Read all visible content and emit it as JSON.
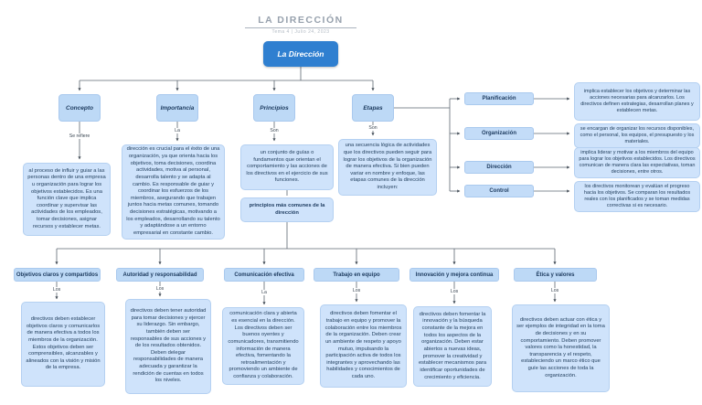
{
  "header": {
    "title": "LA DIRECCIÓN",
    "subtitle": "Tema 4 | Julio 24, 2023"
  },
  "root": {
    "label": "La Dirección"
  },
  "branches": [
    {
      "label": "Concepto",
      "edge_label": "Se refiere",
      "description": "al proceso de influir y guiar a las personas dentro de una empresa u organización para lograr los objetivos establecidos. Es una función clave que implica coordinar y supervisar las actividades de los empleados, tomar decisiones, asignar recursos y establecer metas."
    },
    {
      "label": "Importancia",
      "edge_label": "La",
      "description": "dirección es crucial para el éxito de una organización, ya que orienta hacia los objetivos, toma decisiones, coordina actividades, motiva al personal, desarrolla talento y se adapta al cambio. Es responsable de guiar y coordinar los esfuerzos de los miembros, asegurando que trabajen juntos hacia metas comunes, tomando decisiones estratégicas, motivando a los empleados, desarrollando su talento y adaptándose a un entorno empresarial en constante cambio."
    },
    {
      "label": "Principios",
      "edge_label": "Son",
      "description": "un conjunto de guías o fundamentos que orientan el comportamiento y las acciones de los directivos en el ejercicio de sus funciones.",
      "sub_label": "principios más comunes de la dirección"
    },
    {
      "label": "Etapas",
      "edge_label": "Son",
      "description": "una secuencia lógica de actividades que los directivos pueden seguir para lograr los objetivos de la organización de manera efectiva. Si bien pueden variar en nombre y enfoque, las etapas comunes de la dirección incluyen:"
    }
  ],
  "stages": [
    {
      "label": "Planificación",
      "description": "implica establecer los objetivos y determinar las acciones necesarias para alcanzarlos. Los directivos definen estrategias, desarrollan planes y establecen metas."
    },
    {
      "label": "Organización",
      "description": "se encargan de organizar los recursos disponibles, como el personal, los equipos, el presupuesto y los materiales."
    },
    {
      "label": "Dirección",
      "description": "implica liderar y motivar a los miembros del equipo para lograr los objetivos establecidos. Los directivos comunican de manera clara las expectativas, toman decisiones, entre otros."
    },
    {
      "label": "Control",
      "description": "los directivos monitorean y evalúan el progreso hacia los objetivos. Se comparan los resultados reales con los planificados y se toman medidas correctivas si es necesario."
    }
  ],
  "principles": [
    {
      "label": "Objetivos claros y compartidos",
      "edge_label": "Los",
      "description": "directivos deben establecer objetivos claros y comunicarlos de manera efectiva a todos los miembros de la organización. Estos objetivos deben ser comprensibles, alcanzables y alineados con la visión y misión de la empresa."
    },
    {
      "label": "Autoridad y responsabilidad",
      "edge_label": "Los",
      "description": "directivos deben tener autoridad para tomar decisiones y ejercer su liderazgo. Sin embargo, también deben ser responsables de sus acciones y de los resultados obtenidos. Deben delegar responsabilidades de manera adecuada y garantizar la rendición de cuentas en todos los niveles."
    },
    {
      "label": "Comunicación efectiva",
      "edge_label": "La",
      "description": "comunicación clara y abierta es esencial en la dirección. Los directivos deben ser buenos oyentes y comunicadores, transmitiendo información de manera efectiva, fomentando la retroalimentación y promoviendo un ambiente de confianza y colaboración."
    },
    {
      "label": "Trabajo en equipo",
      "edge_label": "Los",
      "description": "directivos deben fomentar el trabajo en equipo y promover la colaboración entre los miembros de la organización. Deben crear un ambiente de respeto y apoyo mutuo, impulsando la participación activa de todos los integrantes y aprovechando las habilidades y conocimientos de cada uno."
    },
    {
      "label": "Innovación y mejora continua",
      "edge_label": "Los",
      "description": "directivos deben fomentar la innovación y la búsqueda constante de la mejora en todos los aspectos de la organización. Deben estar abiertos a nuevas ideas, promover la creatividad y establecer mecanismos para identificar oportunidades de crecimiento y eficiencia."
    },
    {
      "label": "Ética y valores",
      "edge_label": "Los",
      "description": "directivos deben actuar con ética y ser ejemplos de integridad en la toma de decisiones y en su comportamiento. Deben promover valores como la honestidad, la transparencia y el respeto, estableciendo un marco ético que guíe las acciones de toda la organización."
    }
  ],
  "colors": {
    "accent": "#2f7fd0",
    "node_fill": "#bdd9f6",
    "block_fill": "#cfe3fb",
    "text_dark": "#24415f",
    "line": "#5d6772"
  }
}
